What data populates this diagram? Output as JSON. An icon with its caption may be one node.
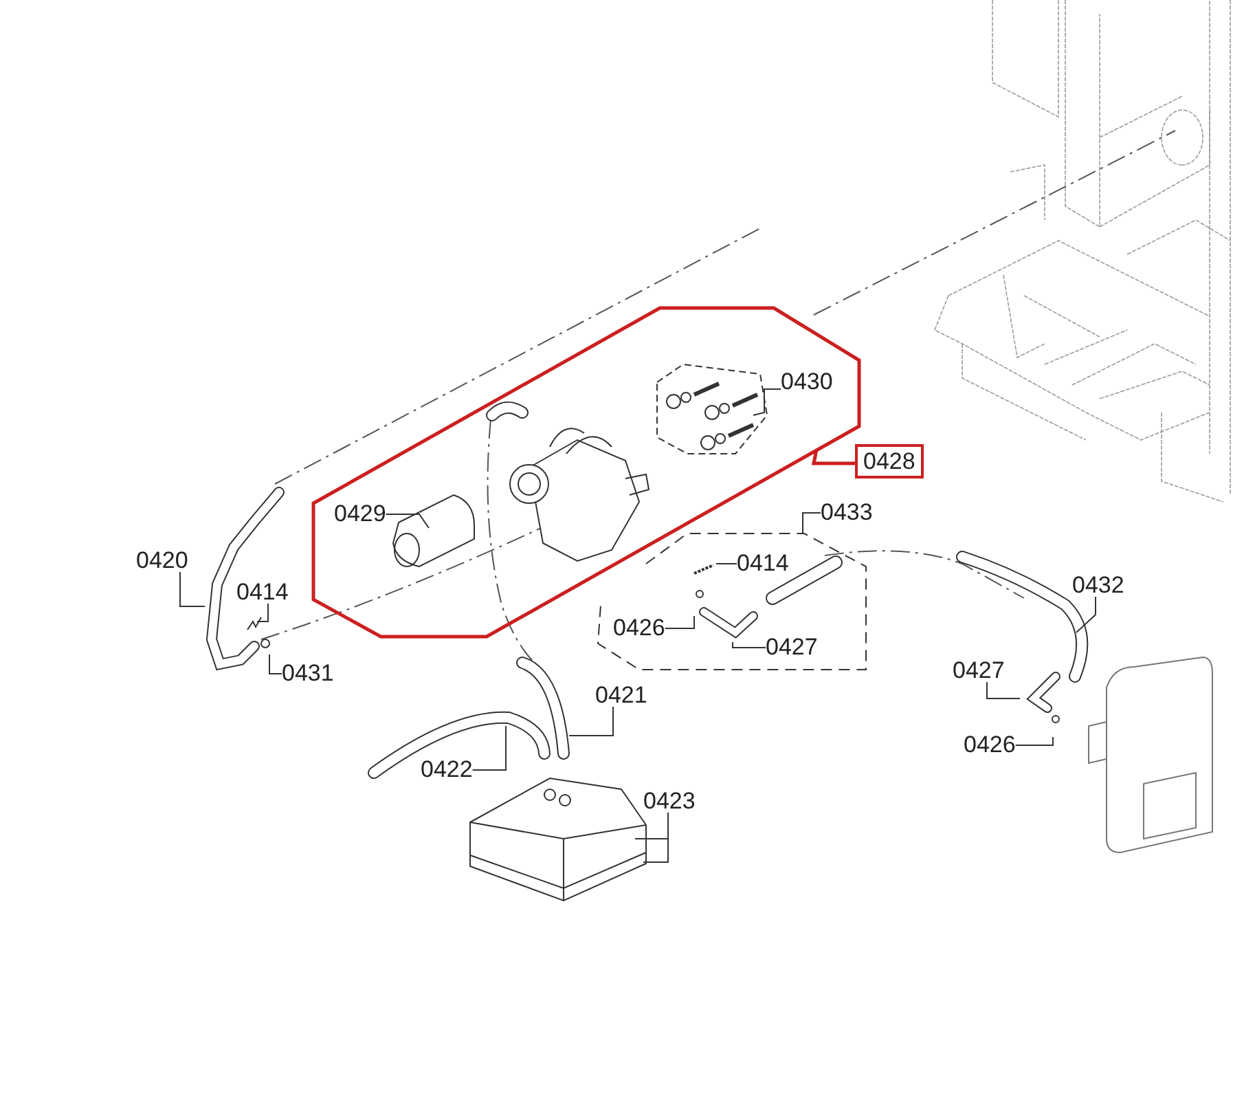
{
  "diagram": {
    "nodes": [
      {
        "text": [],
        "shape": "polygon"
      },
      {
        "text": [
          "0428"
        ]
      },
      {
        "text": [
          "0429"
        ],
        "in": 0
      },
      {
        "text": [
          "0430"
        ],
        "in": 0
      },
      {
        "text": [
          "0420"
        ]
      },
      {
        "text": [
          "0414"
        ]
      },
      {
        "text": [
          "0431"
        ]
      },
      {
        "text": [
          "0433"
        ]
      },
      {
        "text": [
          "0414"
        ]
      },
      {
        "text": [
          "0426"
        ]
      },
      {
        "text": [
          "0427"
        ]
      },
      {
        "text": [
          "0421"
        ]
      },
      {
        "text": [
          "0422"
        ]
      },
      {
        "text": [
          "0423"
        ]
      },
      {
        "text": [
          "0432"
        ]
      },
      {
        "text": [
          "0427"
        ]
      },
      {
        "text": [
          "0426"
        ]
      }
    ],
    "edges": [
      {
        "from": 1,
        "to": 0,
        "arrow": "none",
        "style": "thick",
        "color": "#cc1f1f"
      },
      {
        "from": 2,
        "to": null,
        "arrow": "none"
      },
      {
        "from": 3,
        "to": null,
        "arrow": "none"
      },
      {
        "from": 4,
        "to": null,
        "arrow": "none"
      },
      {
        "from": 5,
        "to": null,
        "arrow": "none"
      },
      {
        "from": 6,
        "to": null,
        "arrow": "none"
      },
      {
        "from": 7,
        "to": null,
        "arrow": "none"
      },
      {
        "from": 8,
        "to": null,
        "arrow": "none"
      },
      {
        "from": 9,
        "to": null,
        "arrow": "none"
      },
      {
        "from": 10,
        "to": null,
        "arrow": "none"
      },
      {
        "from": 11,
        "to": null,
        "arrow": "none"
      },
      {
        "from": 12,
        "to": null,
        "arrow": "none"
      },
      {
        "from": 13,
        "to": null,
        "arrow": "none"
      },
      {
        "from": 13,
        "to": null,
        "arrow": "none"
      },
      {
        "from": 14,
        "to": null,
        "arrow": "none"
      },
      {
        "from": 15,
        "to": null,
        "arrow": "none"
      },
      {
        "from": 16,
        "to": null,
        "arrow": "none"
      }
    ]
  }
}
